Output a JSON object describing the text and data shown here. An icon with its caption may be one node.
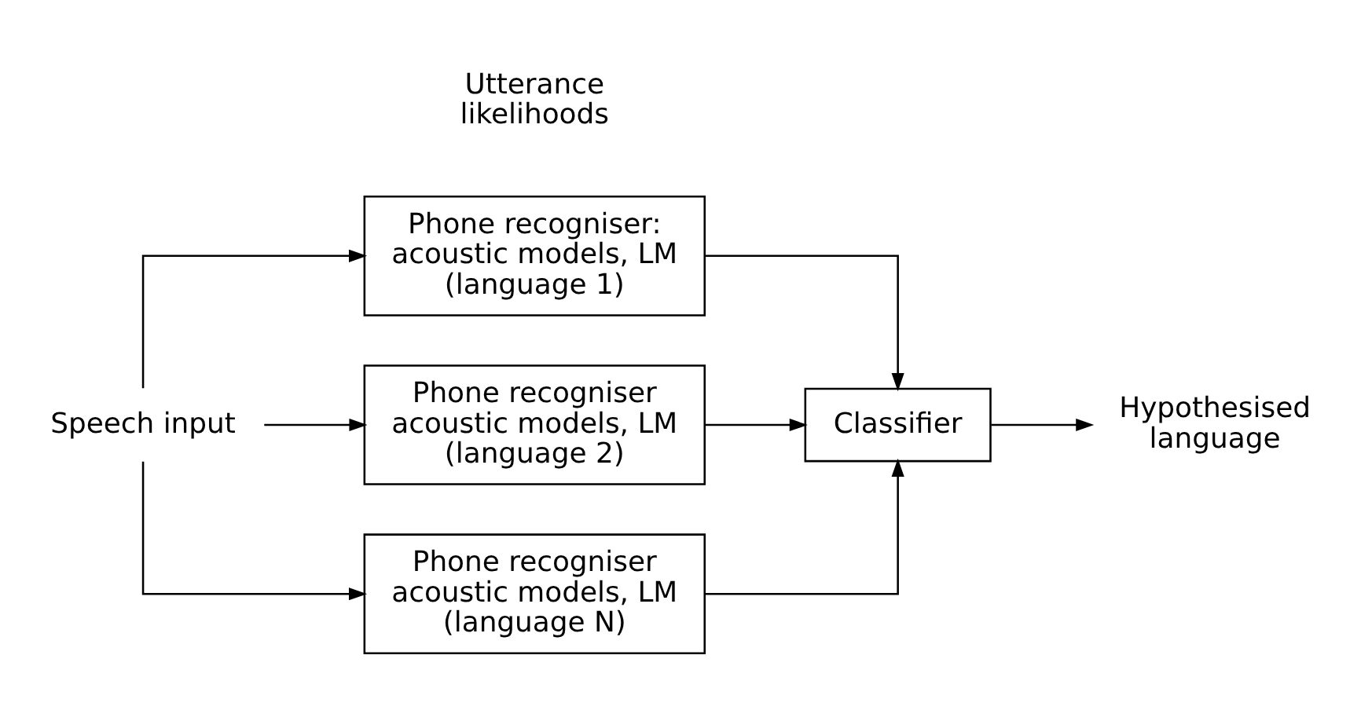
{
  "diagram": {
    "nodes": [
      {
        "text": [
          "Speech input"
        ]
      },
      {
        "text": [
          "Phone recogniser: acoustic models, LM (language 1)"
        ]
      },
      {
        "text": [
          "Phone recogniser acoustic models, LM (language 2)"
        ]
      },
      {
        "text": [
          "Phone recogniser acoustic models, LM (language N)"
        ]
      },
      {
        "text": [
          "Classifier"
        ]
      },
      {
        "text": [
          "Hypothesised language"
        ]
      }
    ],
    "edges": [
      {
        "from": 0,
        "to": 1,
        "arrow": "to"
      },
      {
        "from": 0,
        "to": 2,
        "arrow": "to"
      },
      {
        "from": 0,
        "to": 3,
        "arrow": "to"
      },
      {
        "from": 1,
        "to": 4,
        "arrow": "to"
      },
      {
        "from": 2,
        "to": 4,
        "arrow": "to"
      },
      {
        "from": 3,
        "to": 4,
        "arrow": "to"
      },
      {
        "from": 4,
        "to": 5,
        "arrow": "to"
      }
    ],
    "labels": [
      "Utterance likelihoods"
    ]
  }
}
